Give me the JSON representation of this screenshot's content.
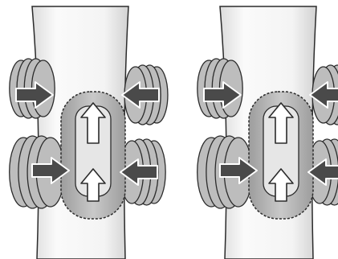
{
  "figure": {
    "panels": [
      {
        "id": "left",
        "inward_arrows": [
          "upper-left",
          "upper-right",
          "lower-left",
          "lower-right"
        ],
        "upward_arrows": 2
      },
      {
        "id": "right",
        "inward_arrows": [
          "upper-left",
          "upper-right",
          "lower-left",
          "lower-right"
        ],
        "upward_arrows": 2
      }
    ],
    "colors": {
      "background": "#ffffff",
      "outline": "#2b2b2b",
      "column_fill": "#f1f1f1",
      "lobe_fill": "#bdbdbd",
      "pad_fill": "#b3b3b3",
      "inner_slot_fill": "#e6e6e6",
      "arrow_dark": "#4a4a4a",
      "arrow_light": "#ffffff"
    },
    "icons": [
      "inward-pressure-arrow",
      "upward-arrow"
    ]
  }
}
